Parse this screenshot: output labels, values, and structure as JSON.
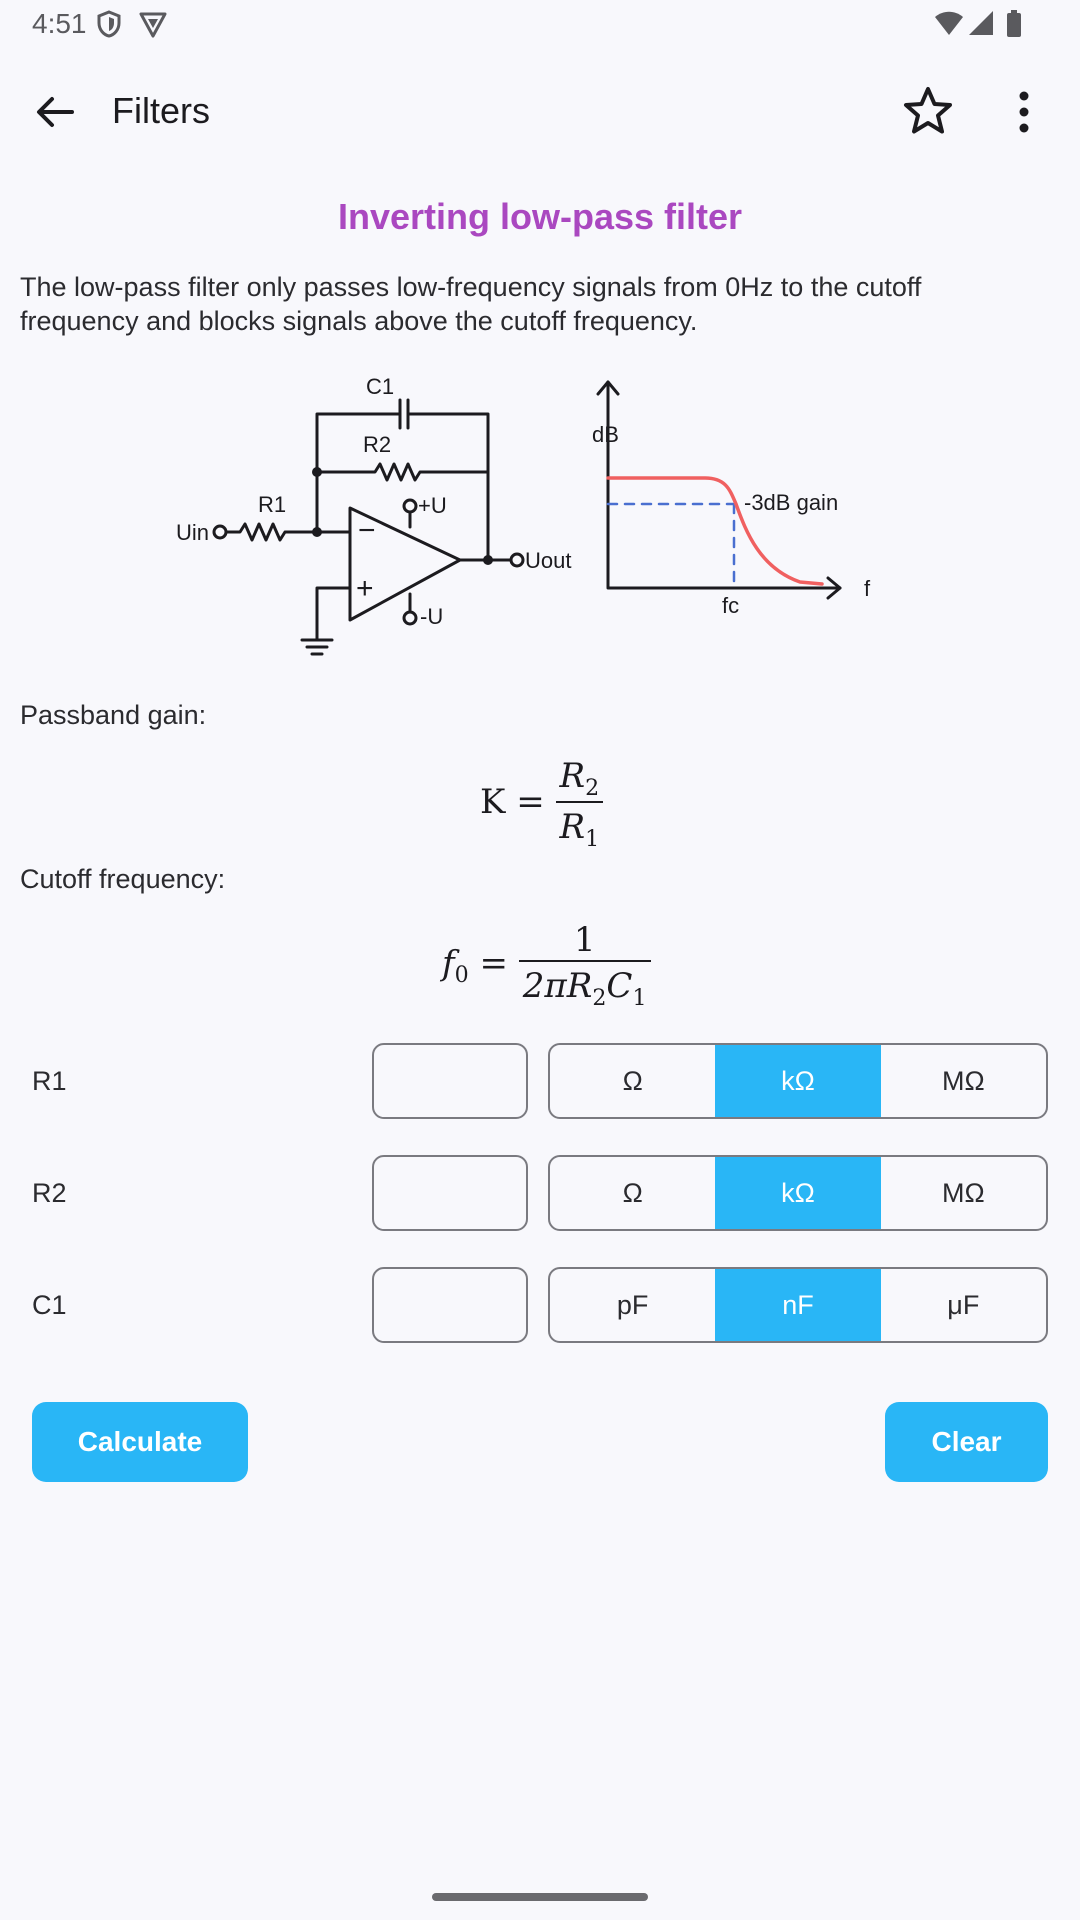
{
  "status_bar": {
    "time": "4:51",
    "icons": [
      "shield-icon",
      "vpn-icon",
      "wifi-icon",
      "signal-icon",
      "battery-icon"
    ]
  },
  "app_bar": {
    "title": "Filters",
    "icons": [
      "back-arrow-icon",
      "star-icon",
      "more-vert-icon"
    ]
  },
  "page": {
    "heading": "Inverting low-pass filter",
    "description": "The low-pass filter only passes low-frequency signals from 0Hz to the cutoff frequency and blocks signals above the cutoff frequency."
  },
  "diagram": {
    "labels": {
      "c1": "C1",
      "r2": "R2",
      "r1": "R1",
      "uin": "Uin",
      "plus_u": "+U",
      "minus_u": "-U",
      "uout": "Uout",
      "db": "dB",
      "gain": "-3dB gain",
      "fc": "fc",
      "f": "f",
      "minus_sign": "−",
      "plus_sign": "+"
    }
  },
  "formulas": {
    "passband_label": "Passband gain:",
    "passband_lhs": "K =",
    "passband_num": "R",
    "passband_num_sub": "2",
    "passband_den": "R",
    "passband_den_sub": "1",
    "cutoff_label": "Cutoff frequency:",
    "cutoff_lhs_f": "f",
    "cutoff_lhs_sub": "0",
    "cutoff_eq": "=",
    "cutoff_num": "1",
    "cutoff_den_a": "2πR",
    "cutoff_den_a_sub": "2",
    "cutoff_den_b": "C",
    "cutoff_den_b_sub": "1"
  },
  "inputs": [
    {
      "label": "R1",
      "value": "",
      "units": [
        "Ω",
        "kΩ",
        "MΩ"
      ],
      "selected": "kΩ"
    },
    {
      "label": "R2",
      "value": "",
      "units": [
        "Ω",
        "kΩ",
        "MΩ"
      ],
      "selected": "kΩ"
    },
    {
      "label": "C1",
      "value": "",
      "units": [
        "pF",
        "nF",
        "μF"
      ],
      "selected": "nF"
    }
  ],
  "buttons": {
    "calculate": "Calculate",
    "clear": "Clear"
  },
  "colors": {
    "accent": "#29b6f6",
    "heading": "#aa48c0",
    "curve": "#f06060",
    "dashed": "#4a6fd0"
  }
}
